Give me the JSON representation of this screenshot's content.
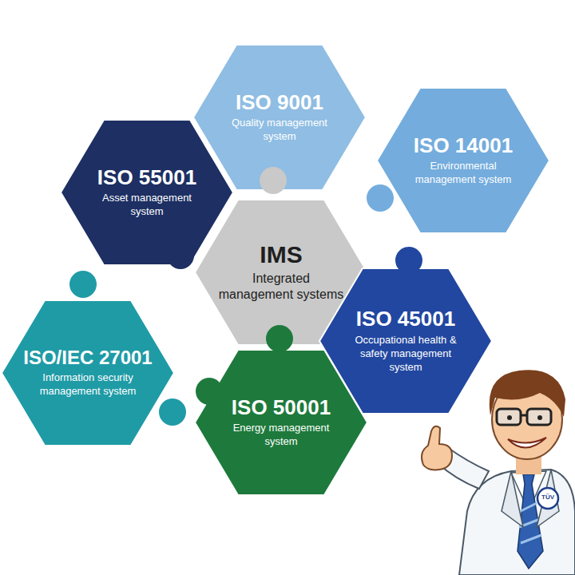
{
  "diagram": {
    "nodes": [
      {
        "text": [
          "ISO 9001",
          "Quality management system"
        ]
      },
      {
        "text": [
          "ISO 14001",
          "Environmental management system"
        ]
      },
      {
        "text": [
          "ISO 55001",
          "Asset management system"
        ]
      },
      {
        "text": [
          "IMS",
          "Integrated management systems"
        ]
      },
      {
        "text": [
          "ISO 45001",
          "Occupational health & safety management system"
        ]
      },
      {
        "text": [
          "ISO/IEC 27001",
          "Information security management system"
        ]
      },
      {
        "text": [
          "ISO 50001",
          "Energy management system"
        ]
      }
    ],
    "labels": [
      "TÜV"
    ]
  }
}
